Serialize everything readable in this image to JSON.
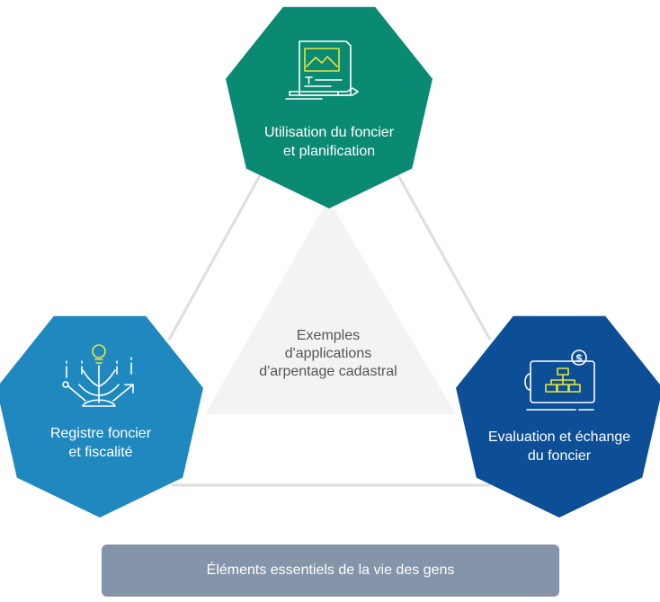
{
  "center": {
    "line1": "Exemples",
    "line2": "d'applications",
    "line3": "d'arpentage cadastral"
  },
  "nodes": {
    "top": {
      "line1": "Utilisation du foncier",
      "line2": "et planification",
      "color": "#0b8a73",
      "icon": "document-landscape-pen-icon"
    },
    "left": {
      "line1": "Registre foncier",
      "line2": "et fiscalité",
      "color": "#1f89bf",
      "icon": "lightbulb-growth-icon"
    },
    "right": {
      "line1": "Evaluation et échange",
      "line2": "du foncier",
      "color": "#0d4f97",
      "icon": "org-chart-board-dollar-icon"
    }
  },
  "footer": {
    "label": "Éléments essentiels de la vie des gens",
    "color": "#8494a9"
  },
  "icon_accent": "#e6e63a"
}
